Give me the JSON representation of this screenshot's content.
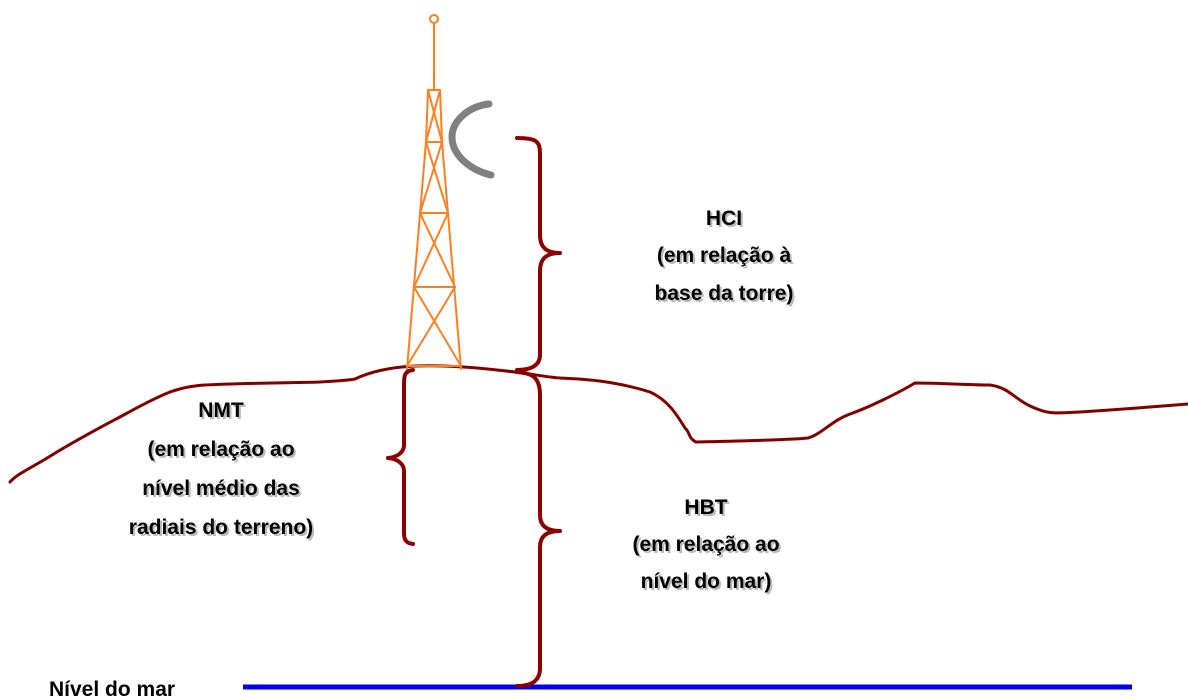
{
  "labels": {
    "hci": {
      "title": "HCI",
      "line1": "(em relação à",
      "line2": "base da torre)"
    },
    "nmt": {
      "title": "NMT",
      "line1": "(em relação ao",
      "line2": "nível médio das",
      "line3": "radiais do terreno)"
    },
    "hbt": {
      "title": "HBT",
      "line1": "(em relação ao",
      "line2": "nível do mar)"
    },
    "sea_level": "Nível do mar"
  },
  "colors": {
    "tower": "#ff7f1f",
    "brace": "#8b0000",
    "terrain": "#800000",
    "sea_level": "#0000ee",
    "antenna_dish": "#808080",
    "text": "#000000"
  },
  "icons": {
    "tower": "lattice-tower-icon",
    "antenna": "parabolic-antenna-icon"
  }
}
